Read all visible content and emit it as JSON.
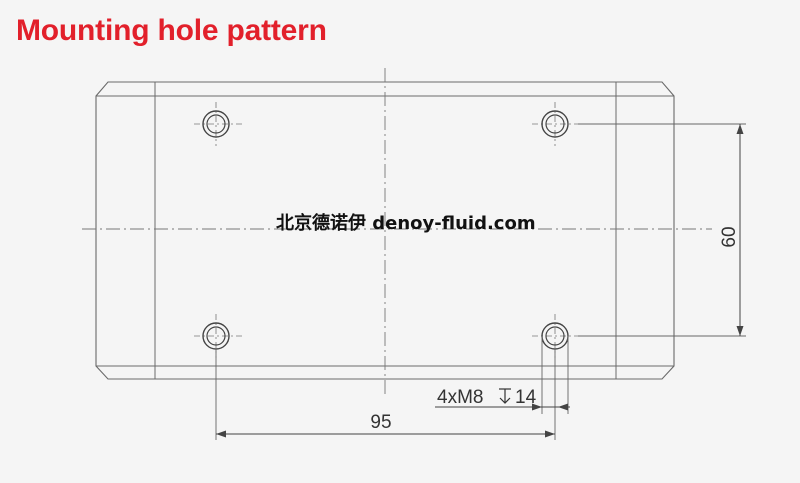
{
  "title": "Mounting hole pattern",
  "dimensions": {
    "horizontal_spacing": "95",
    "vertical_spacing": "60",
    "thread_callout_prefix": "4xM8",
    "thread_callout_depth": "14"
  },
  "watermark": "北京德诺伊 denoy-fluid.com",
  "colors": {
    "title": "#e2202b",
    "line": "#666666",
    "background": "#f5f5f5"
  }
}
